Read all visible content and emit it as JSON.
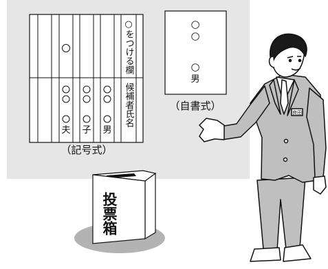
{
  "ballot_symbol": {
    "header": "○をつける欄",
    "candidate_header": "候補者氏名",
    "candidates": [
      "男",
      "子",
      "夫"
    ],
    "caption": "（記号式）"
  },
  "ballot_write": {
    "marks": [
      "○",
      "○",
      "○"
    ],
    "name_char": "男",
    "caption": "（自書式）"
  },
  "ballot_box": {
    "label": "投票箱"
  },
  "official": {
    "badge": "良田"
  },
  "colors": {
    "panel": "#e6e6e6",
    "suit": "#bfbfbf",
    "box_shadow": "#b3b3b3"
  }
}
